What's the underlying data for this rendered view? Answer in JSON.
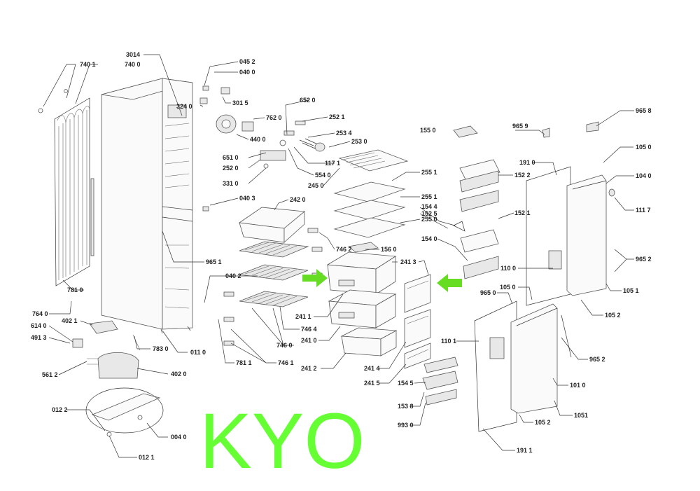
{
  "diagram": {
    "watermark": "KYO",
    "part_labels": [
      "740 1",
      "740 0",
      "3014",
      "045 2",
      "040 0",
      "301 5",
      "324 0",
      "652 0",
      "762 0",
      "252 1",
      "253 4",
      "440 0",
      "253 0",
      "651 0",
      "117 1",
      "252 0",
      "554 0",
      "331 0",
      "245 0",
      "255 1",
      "040 3",
      "242 0",
      "255 1",
      "154 4",
      "152 5",
      "255 0",
      "154 0",
      "746 2",
      "156 0",
      "965 1",
      "241 3",
      "040 2",
      "781 0",
      "241 1",
      "764 0",
      "746 4",
      "402 1",
      "614 0",
      "241 0",
      "746 0",
      "491 3",
      "783 0",
      "011 0",
      "781 1",
      "746 1",
      "241 2",
      "561 2",
      "402 0",
      "241 4",
      "241 5",
      "154 5",
      "153 8",
      "993 0",
      "012 2",
      "004 0",
      "012 1",
      "155 0",
      "965 9",
      "965 8",
      "105 0",
      "191 0",
      "152 2",
      "104 0",
      "111 7",
      "152 1",
      "965 2",
      "110 0",
      "105 0",
      "965 0",
      "105 1",
      "105 2",
      "110 1",
      "965 2",
      "101 0",
      "105 2",
      "1051",
      "191  1"
    ]
  }
}
